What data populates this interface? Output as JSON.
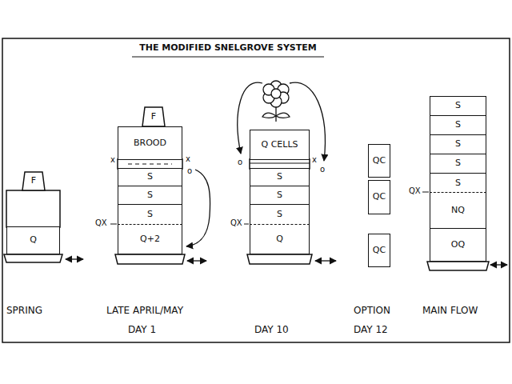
{
  "diagram": {
    "title": "THE MODIFIED SNELGROVE SYSTEM",
    "nodes": [
      {
        "text": [
          "F"
        ]
      },
      {
        "text": [
          "Q"
        ]
      },
      {
        "text": [
          "F"
        ]
      },
      {
        "text": [
          "BROOD"
        ]
      },
      {
        "text": [
          "S"
        ]
      },
      {
        "text": [
          "S"
        ]
      },
      {
        "text": [
          "S"
        ]
      },
      {
        "text": [
          "Q+2"
        ]
      },
      {
        "text": [
          "Q CELLS"
        ]
      },
      {
        "text": [
          "S"
        ]
      },
      {
        "text": [
          "S"
        ]
      },
      {
        "text": [
          "S"
        ]
      },
      {
        "text": [
          "Q"
        ]
      },
      {
        "text": [
          "QC"
        ]
      },
      {
        "text": [
          "QC"
        ]
      },
      {
        "text": [
          "QC"
        ]
      },
      {
        "text": [
          "S"
        ]
      },
      {
        "text": [
          "S"
        ]
      },
      {
        "text": [
          "S"
        ]
      },
      {
        "text": [
          "S"
        ]
      },
      {
        "text": [
          "S"
        ]
      },
      {
        "text": [
          "NQ"
        ]
      },
      {
        "text": [
          "OQ"
        ]
      }
    ],
    "labels": [
      "SPRING",
      "LATE APRIL/MAY",
      "DAY 1",
      "DAY 10",
      "OPTION",
      "DAY 12",
      "MAIN FLOW",
      "QX",
      "QX",
      "QX",
      "x",
      "x",
      "o",
      "o",
      "x",
      "o"
    ]
  }
}
